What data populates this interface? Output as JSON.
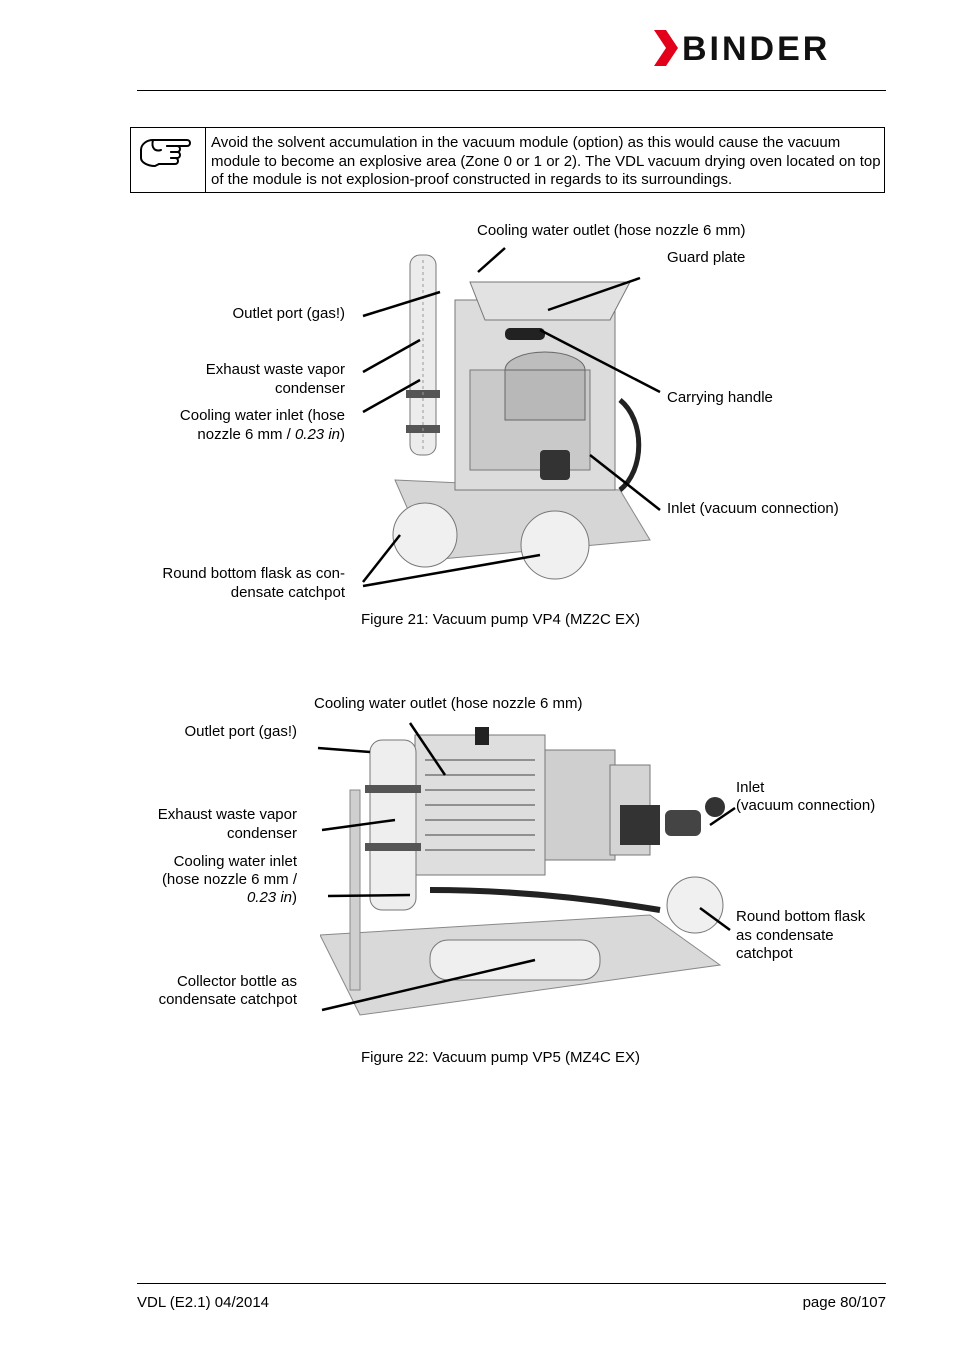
{
  "header": {
    "brand": "BINDER",
    "brand_color": "#e3001b"
  },
  "note": {
    "icon": "pointing-hand-icon",
    "text": "Avoid the solvent accumulation in the vacuum module (option) as this would cause the vacuum module to become an explosive area (Zone 0 or 1 or 2). The VDL vacuum drying oven located on top of the module is not explosion-proof constructed in regards to its surroundings."
  },
  "figure21": {
    "caption": "Figure 21: Vacuum pump VP4 (MZ2C EX)",
    "labels": {
      "cooling_water_outlet": "Cooling water outlet (hose nozzle 6 mm)",
      "guard_plate": "Guard plate",
      "outlet_port": "Outlet port (gas!)",
      "exhaust_line1": "Exhaust waste vapor",
      "exhaust_line2": "condenser",
      "cooling_inlet_line1": "Cooling water inlet (hose",
      "cooling_inlet_line2": "nozzle 6 mm / ",
      "cooling_inlet_italic": "0.23 in",
      "cooling_inlet_close": ")",
      "carrying_handle": "Carrying handle",
      "inlet": "Inlet (vacuum connection)",
      "flask_line1": "Round bottom flask as con-",
      "flask_line2": "densate catchpot"
    }
  },
  "figure22": {
    "caption": "Figure 22: Vacuum pump VP5 (MZ4C EX)",
    "labels": {
      "cooling_water_outlet": "Cooling water outlet (hose nozzle 6 mm)",
      "outlet_port": "Outlet port (gas!)",
      "exhaust_line1": "Exhaust waste vapor",
      "exhaust_line2": "condenser",
      "cooling_inlet_line1": "Cooling water inlet",
      "cooling_inlet_line2": "(hose nozzle 6 mm /",
      "cooling_inlet_italic": "0.23 in",
      "cooling_inlet_close": ")",
      "inlet_line1": "Inlet",
      "inlet_line2": "(vacuum connection)",
      "flask_line1": "Round bottom flask",
      "flask_line2": "as condensate",
      "flask_line3": "catchpot",
      "collector_line1": "Collector bottle as",
      "collector_line2": "condensate catchpot"
    }
  },
  "footer": {
    "left": "VDL (E2.1) 04/2014",
    "right": "page 80/107"
  }
}
